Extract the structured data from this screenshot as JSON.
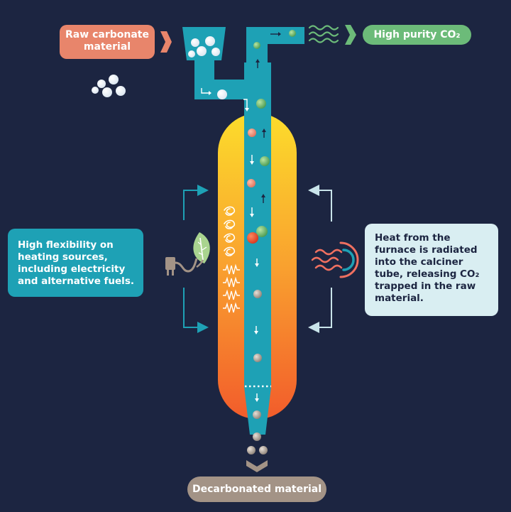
{
  "labels": {
    "raw_material": [
      "Raw carbonate",
      "material"
    ],
    "co2": "High purity CO₂",
    "flexibility": [
      "High flexibility on",
      "heating sources,",
      "including electricity",
      "and alternative fuels."
    ],
    "heat": [
      "Heat from the",
      "furnace is radiated",
      "into the calciner",
      "tube, releasing CO₂",
      "trapped in the raw",
      "material."
    ],
    "decarbonated": "Decarbonated material"
  },
  "colors": {
    "background": "#1c2541",
    "tube": "#1ea1b5",
    "raw_label": "#e8856b",
    "co2_label": "#6cbb79",
    "heat_label": "#d9eef2",
    "decarb_label": "#a39386",
    "furnace_top": "#fcdc2b",
    "furnace_bottom": "#f25c2b"
  },
  "icons": [
    "chevron-right-icon",
    "gas-waves-icon",
    "plug-icon",
    "leaf-icon",
    "flame-icon",
    "heating-coil-icon",
    "radiant-heat-icon",
    "arrow-icon",
    "chevron-down-icon",
    "particle-icon"
  ]
}
